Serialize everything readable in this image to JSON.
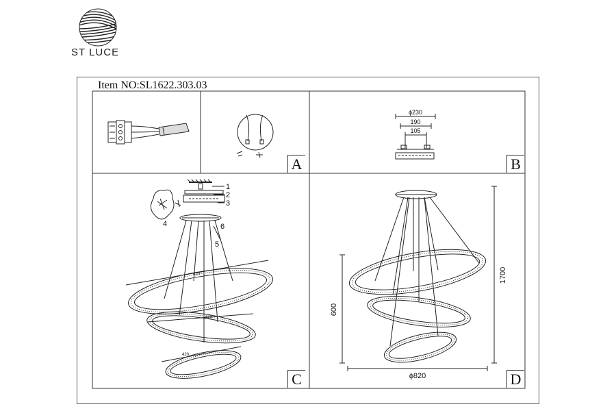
{
  "brand": {
    "name": "ST LUCE"
  },
  "item": {
    "number_text": "Item NO:SL1622.303.03"
  },
  "panels": [
    {
      "letter": "A"
    },
    {
      "letter": "B"
    },
    {
      "letter": "C"
    },
    {
      "letter": "D"
    }
  ],
  "panel_b": {
    "dims": [
      "ϕ230",
      "190",
      "105"
    ]
  },
  "panel_c": {
    "callouts": [
      "1",
      "2",
      "3",
      "4",
      "5",
      "6"
    ],
    "ring_labels": [
      "820",
      "620",
      "420"
    ]
  },
  "panel_d": {
    "height_1700": "1700",
    "height_600": "600",
    "diameter": "ϕ820"
  }
}
